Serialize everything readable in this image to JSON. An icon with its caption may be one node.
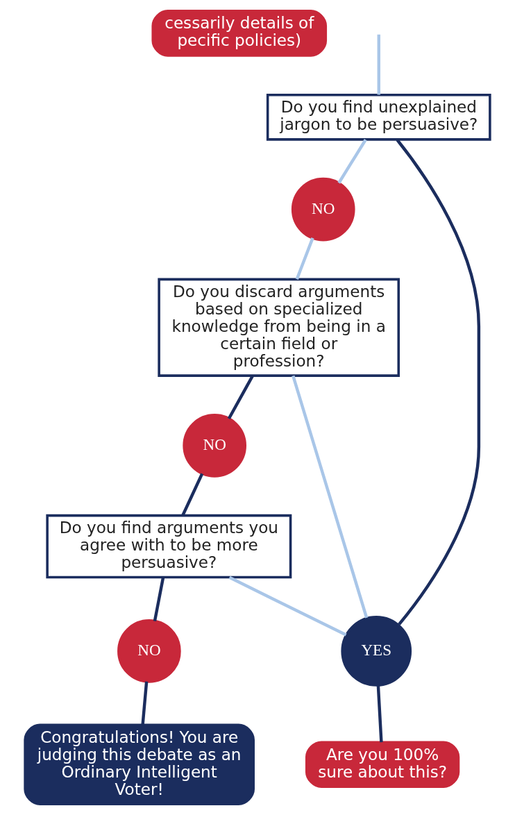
{
  "diagram": {
    "nodes": [
      {
        "text": [
          "cessarily details of pecific policies)"
        ]
      },
      {
        "text": [
          "Do you find unexplained jargon to be persuasive?"
        ]
      },
      {
        "text": [
          "NO"
        ]
      },
      {
        "text": [
          "Do you discard arguments based on specialized knowledge from being in a certain field or profession?"
        ]
      },
      {
        "text": [
          "NO"
        ]
      },
      {
        "text": [
          "Do you find arguments you agree with to be more persuasive?"
        ]
      },
      {
        "text": [
          "NO"
        ]
      },
      {
        "text": [
          "YES"
        ]
      },
      {
        "text": [
          "Congratulations! You are judging this debate as an Ordinary Intelligent Voter!"
        ]
      },
      {
        "text": [
          "Are you 100% sure about this?"
        ]
      }
    ],
    "edges": [
      {
        "from": null,
        "to": 1,
        "arrow": "none",
        "color": "#a9c6e8"
      },
      {
        "from": 1,
        "to": 2,
        "arrow": "none",
        "color": "#a9c6e8"
      },
      {
        "from": 2,
        "to": 3,
        "arrow": "none",
        "color": "#a9c6e8"
      },
      {
        "from": 1,
        "to": 7,
        "arrow": "none"
      },
      {
        "from": 3,
        "to": 7,
        "arrow": "none",
        "color": "#a9c6e8"
      },
      {
        "from": 3,
        "to": 4,
        "arrow": "none"
      },
      {
        "from": 4,
        "to": 5,
        "arrow": "none"
      },
      {
        "from": 5,
        "to": 7,
        "arrow": "none",
        "color": "#a9c6e8"
      },
      {
        "from": 5,
        "to": 6,
        "arrow": "none"
      },
      {
        "from": 6,
        "to": 8,
        "arrow": "none"
      },
      {
        "from": 7,
        "to": 9,
        "arrow": "none"
      }
    ]
  }
}
